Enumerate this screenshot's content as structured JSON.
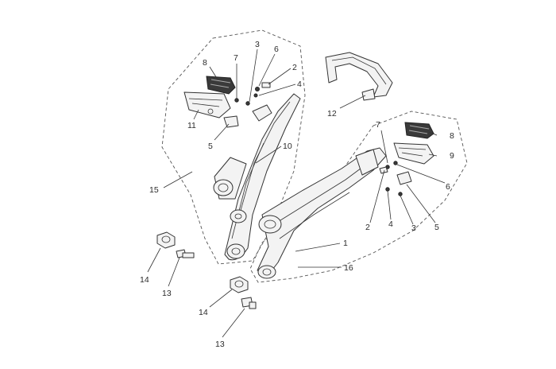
{
  "callouts": {
    "left": {
      "p8": "8",
      "p7": "7",
      "p3": "3",
      "p6": "6",
      "p2": "2",
      "p4": "4",
      "p11": "11",
      "p5": "5",
      "p10": "10",
      "p15": "15"
    },
    "top": {
      "p12": "12"
    },
    "right": {
      "p7": "7",
      "p8": "8",
      "p9": "9",
      "p6": "6",
      "p2": "2",
      "p4": "4",
      "p3": "3",
      "p5": "5",
      "p1": "1",
      "p16": "16"
    },
    "hardware": {
      "p14a": "14",
      "p13a": "13",
      "p14b": "14",
      "p13b": "13"
    }
  }
}
